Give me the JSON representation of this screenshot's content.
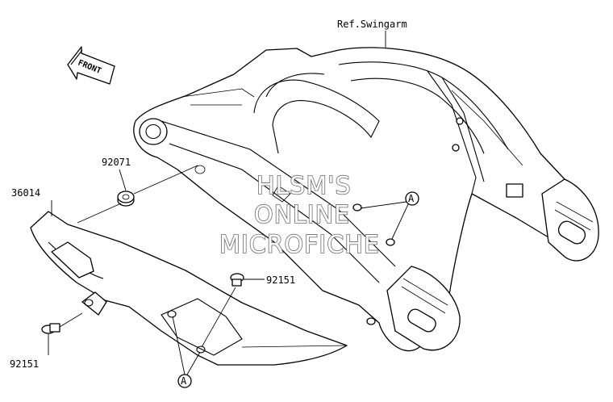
{
  "diagram": {
    "reference_label": "Ref.Swingarm",
    "front_indicator": "FRONT",
    "callouts": {
      "bushing": "92071",
      "chain_cover": "36014",
      "bolt_upper": "92151",
      "bolt_lower": "92151"
    },
    "reference_marks": [
      "A",
      "A"
    ],
    "watermark": {
      "line1": "HLSM'S",
      "line2": "ONLINE",
      "line3": "MICROFICHE"
    }
  }
}
